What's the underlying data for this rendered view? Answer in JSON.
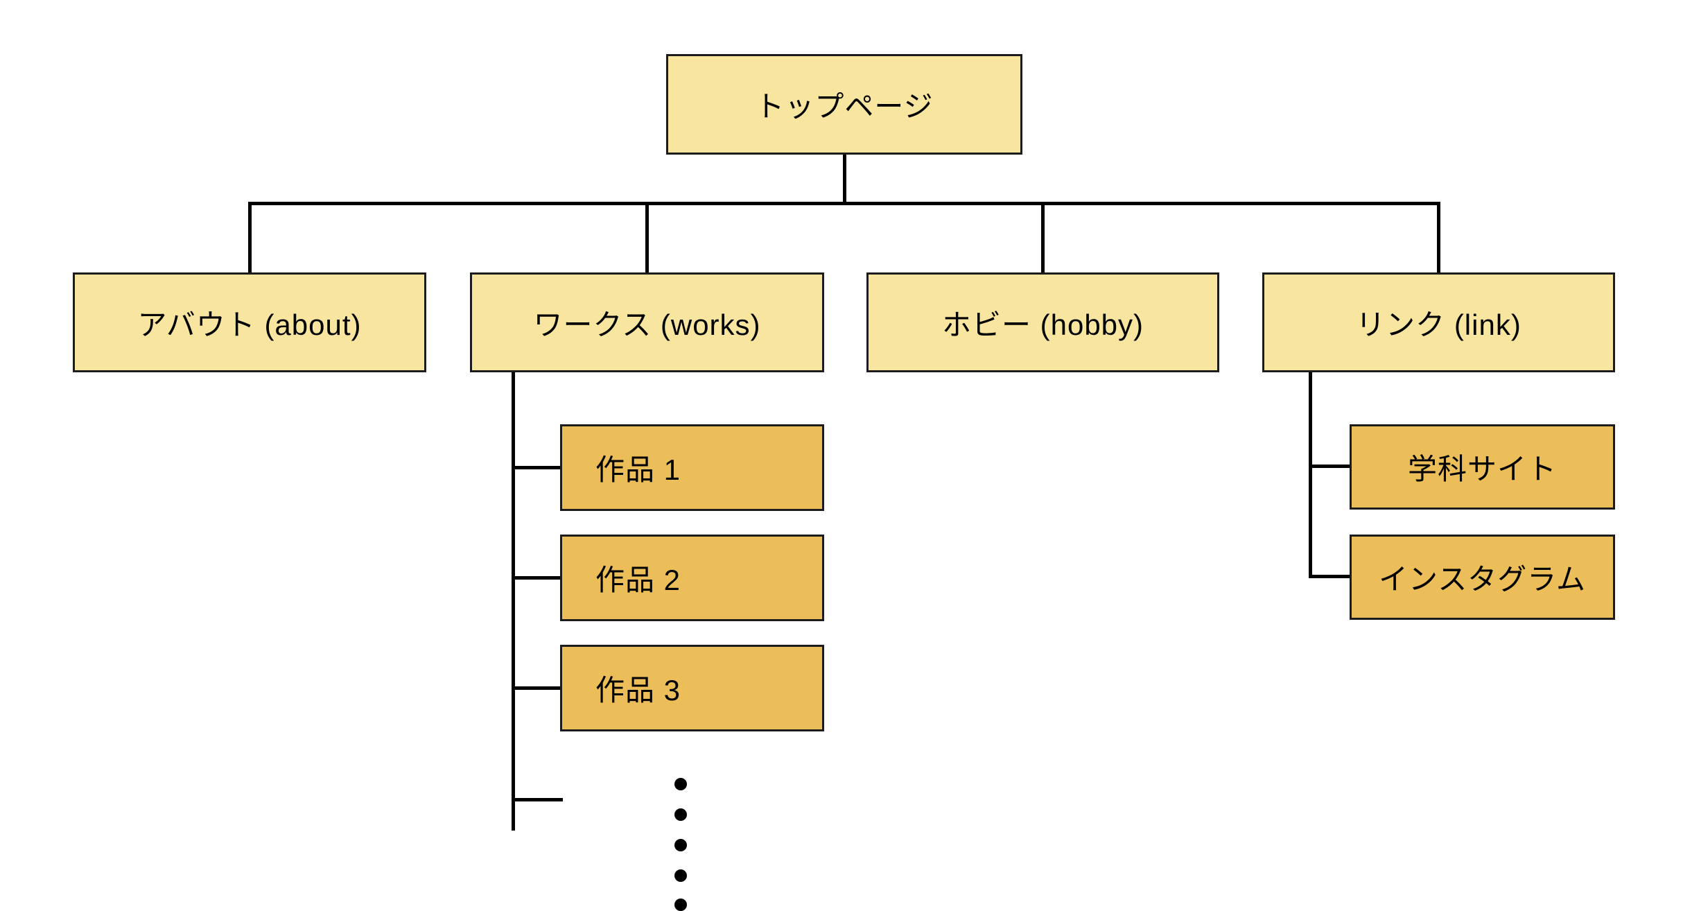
{
  "diagram": {
    "type": "sitemap-tree",
    "root": {
      "id": "top",
      "label": "トップページ"
    },
    "level2": [
      {
        "id": "about",
        "label": "アバウト (about)"
      },
      {
        "id": "works",
        "label": "ワークス (works)"
      },
      {
        "id": "hobby",
        "label": "ホビー (hobby)"
      },
      {
        "id": "link",
        "label": "リンク (link)"
      }
    ],
    "works_children": [
      {
        "label": "作品 1"
      },
      {
        "label": "作品 2"
      },
      {
        "label": "作品 3"
      }
    ],
    "works_more_indicator": "vertical-ellipsis-5-dots",
    "link_children": [
      {
        "label": "学科サイト"
      },
      {
        "label": "インスタグラム"
      }
    ],
    "colors": {
      "level1_fill": "#f8e5a0",
      "level2_fill": "#ebbe59",
      "border": "#1c1c1c",
      "line": "#000000",
      "background": "#ffffff"
    }
  }
}
